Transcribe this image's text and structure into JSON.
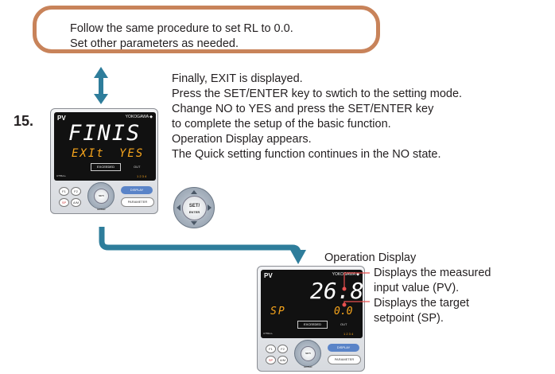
{
  "callout": {
    "line1": "Follow the same procedure to set RL to 0.0.",
    "line2": "Set other parameters as needed."
  },
  "step": {
    "number": "15.",
    "lines": [
      "Finally, EXIT is displayed.",
      "Press the SET/ENTER key to swtich to the setting mode.",
      "Change NO to YES and press the SET/ENTER key",
      "to complete the setup of the basic function.",
      "Operation Display appears.",
      "The Quick setting function continues in the NO state."
    ]
  },
  "controller_top": {
    "pv_label": "PV",
    "brand": "YOKOGAWA ◆",
    "main_display": "FINIS",
    "sub_left": "EXIt",
    "sub_right": "YES",
    "exceeded": "EXCEEDED",
    "out": "OUT",
    "model": "UT55A-L",
    "leds": "1 2 3 4",
    "key_f1": "F1",
    "key_f2": "F2",
    "key_sp": "SP",
    "key_a": "A/M",
    "set_enter": "SET/ ENTER",
    "display_btn": "DISPLAY",
    "parameter_btn": "PARAMETER"
  },
  "set_enter_key": {
    "label_top": "SET/",
    "label_bottom": "ENTER"
  },
  "operation": {
    "title": "Operation Display",
    "pv_desc_1": "Displays the measured",
    "pv_desc_2": "input value (PV).",
    "sp_desc_1": "Displays the target",
    "sp_desc_2": "setpoint (SP)."
  },
  "controller_bottom": {
    "pv_label": "PV",
    "brand": "YOKOGAWA ◆",
    "main_display": "26.8",
    "sub_left": "SP",
    "sub_right": "0.0",
    "exceeded": "EXCEEDED",
    "out": "OUT",
    "model": "UT55A-L",
    "leds": "1 2 3 4",
    "key_f1": "F1",
    "key_f2": "F2",
    "key_sp": "SP",
    "key_a": "A/M",
    "set_enter": "SET/ ENTER",
    "display_btn": "DISPLAY",
    "parameter_btn": "PARAMETER"
  },
  "colors": {
    "bubble_border": "#c8835a",
    "arrow": "#2e7d9b",
    "segment_white": "#ffffff",
    "segment_orange": "#f7a51c",
    "marker_red": "#e8504f"
  }
}
